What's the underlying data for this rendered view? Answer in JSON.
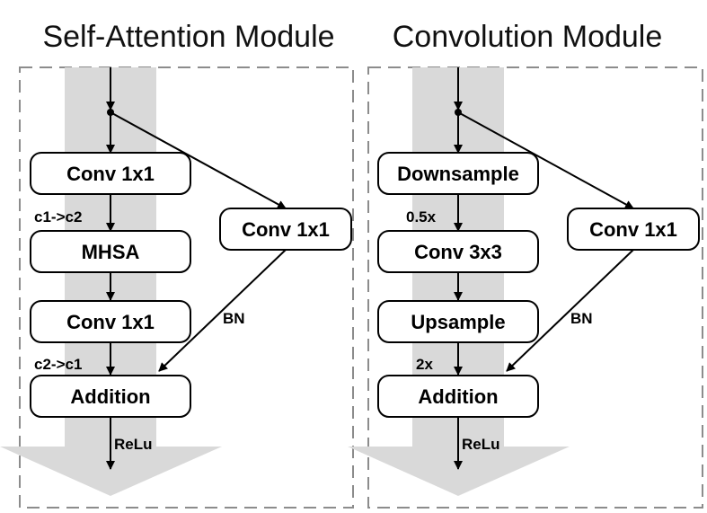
{
  "colors": {
    "flow_band": "#d9d9d9",
    "panel_frame": "#8c8c8c",
    "stroke": "#000000",
    "box_fill": "#ffffff"
  },
  "left": {
    "title": "Self-Attention Module",
    "conv_a": "Conv 1x1",
    "note_c1c2": "c1->c2",
    "mhsa": "MHSA",
    "conv_b": "Conv 1x1",
    "note_c2c1": "c2->c1",
    "addition": "Addition",
    "relu": "ReLu",
    "branch_conv": "Conv 1x1",
    "bn": "BN"
  },
  "right": {
    "title": "Convolution Module",
    "downsample": "Downsample",
    "note_05x": "0.5x",
    "conv_3x3": "Conv 3x3",
    "upsample": "Upsample",
    "note_2x": "2x",
    "addition": "Addition",
    "relu": "ReLu",
    "branch_conv": "Conv 1x1",
    "bn": "BN"
  }
}
